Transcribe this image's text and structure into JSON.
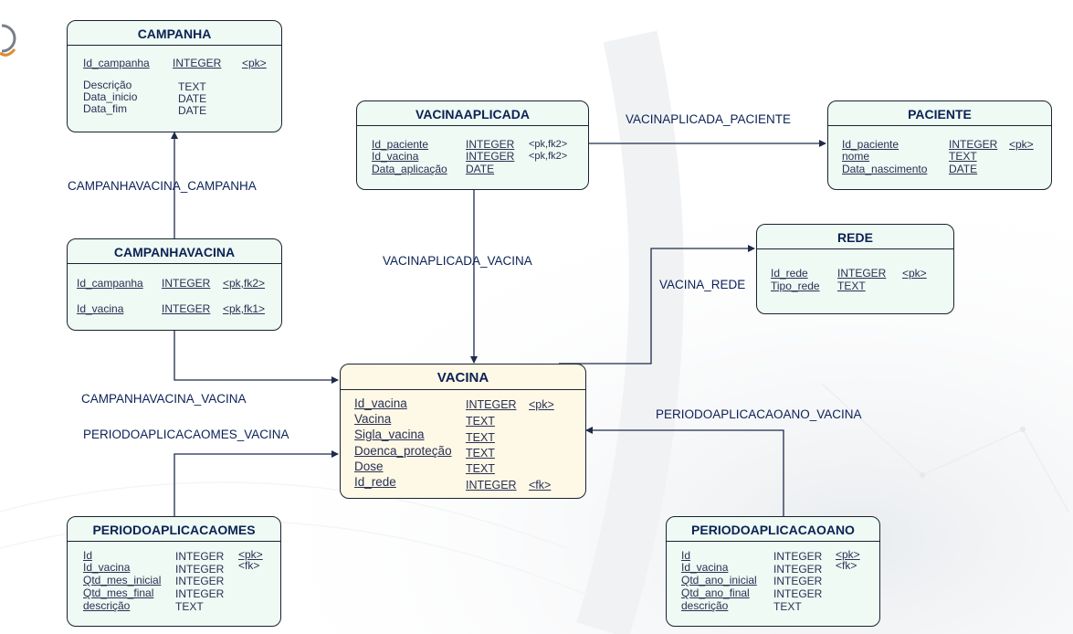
{
  "entities": {
    "campanha": {
      "title": "CAMPANHA",
      "rows": [
        {
          "name": "Id_campanha",
          "type": "INTEGER",
          "key": "<pk>"
        },
        {
          "name": "Descrição",
          "type": "TEXT",
          "key": ""
        },
        {
          "name": "Data_inicio",
          "type": "DATE",
          "key": ""
        },
        {
          "name": "Data_fim",
          "type": "DATE",
          "key": ""
        }
      ]
    },
    "vacinaaplicada": {
      "title": "VACINAAPLICADA",
      "rows": [
        {
          "name": "Id_paciente",
          "type": "INTEGER",
          "key": "<pk,fk2>"
        },
        {
          "name": "Id_vacina",
          "type": "INTEGER",
          "key": "<pk,fk2>"
        },
        {
          "name": "Data_aplicação",
          "type": "DATE",
          "key": ""
        }
      ]
    },
    "paciente": {
      "title": "PACIENTE",
      "rows": [
        {
          "name": "Id_paciente",
          "type": "INTEGER",
          "key": "<pk>"
        },
        {
          "name": "nome",
          "type": "TEXT",
          "key": ""
        },
        {
          "name": "Data_nascimento",
          "type": "DATE",
          "key": ""
        }
      ]
    },
    "rede": {
      "title": "REDE",
      "rows": [
        {
          "name": "Id_rede",
          "type": "INTEGER",
          "key": "<pk>"
        },
        {
          "name": "Tipo_rede",
          "type": "TEXT",
          "key": ""
        }
      ]
    },
    "campanhavacina": {
      "title": "CAMPANHAVACINA",
      "rows": [
        {
          "name": "Id_campanha",
          "type": "INTEGER",
          "key": "<pk,fk2>"
        },
        {
          "name": "Id_vacina",
          "type": "INTEGER",
          "key": "<pk,fk1>"
        }
      ]
    },
    "vacina": {
      "title": "VACINA",
      "rows": [
        {
          "name": "Id_vacina",
          "type": "INTEGER",
          "key": "<pk>"
        },
        {
          "name": "Vacina",
          "type": "TEXT",
          "key": ""
        },
        {
          "name": "Sigla_vacina",
          "type": "TEXT",
          "key": ""
        },
        {
          "name": "Doenca_proteção",
          "type": "TEXT",
          "key": ""
        },
        {
          "name": "Dose",
          "type": "TEXT",
          "key": ""
        },
        {
          "name": "Id_rede",
          "type": "INTEGER",
          "key": "<fk>"
        }
      ]
    },
    "periodoaplicacaomes": {
      "title": "PERIODOAPLICACAOMES",
      "rows": [
        {
          "name": "Id",
          "type": "INTEGER",
          "key": "<pk>"
        },
        {
          "name": "Id_vacina",
          "type": "INTEGER",
          "key": "<fk>"
        },
        {
          "name": "Qtd_mes_inicial",
          "type": "INTEGER",
          "key": ""
        },
        {
          "name": "Qtd_mes_final",
          "type": "INTEGER",
          "key": ""
        },
        {
          "name": "descrição",
          "type": "TEXT",
          "key": ""
        }
      ]
    },
    "periodoaplicacaoano": {
      "title": "PERIODOAPLICACAOANO",
      "rows": [
        {
          "name": "Id",
          "type": "INTEGER",
          "key": "<pk>"
        },
        {
          "name": "Id_vacina",
          "type": "INTEGER",
          "key": "<fk>"
        },
        {
          "name": "Qtd_ano_inicial",
          "type": "INTEGER",
          "key": ""
        },
        {
          "name": "Qtd_ano_final",
          "type": "INTEGER",
          "key": ""
        },
        {
          "name": "descrição",
          "type": "TEXT",
          "key": ""
        }
      ]
    }
  },
  "relationships": {
    "campanhavacina_campanha": "CAMPANHAVACINA_CAMPANHA",
    "vacinaplicada_paciente": "VACINAPLICADA_PACIENTE",
    "vacinaplicada_vacina": "VACINAPLICADA_VACINA",
    "vacina_rede": "VACINA_REDE",
    "campanhavacina_vacina": "CAMPANHAVACINA_VACINA",
    "periodoaplicacaomes_vacina": "PERIODOAPLICACAOMES_VACINA",
    "periodoaplicacaoano_vacina": "PERIODOAPLICACAOANO_VACINA"
  },
  "colors": {
    "entity_fill": "#eefaf3",
    "central_entity_fill": "#fdf9e6",
    "line": "#1f2b4a",
    "text": "#0b2155"
  }
}
